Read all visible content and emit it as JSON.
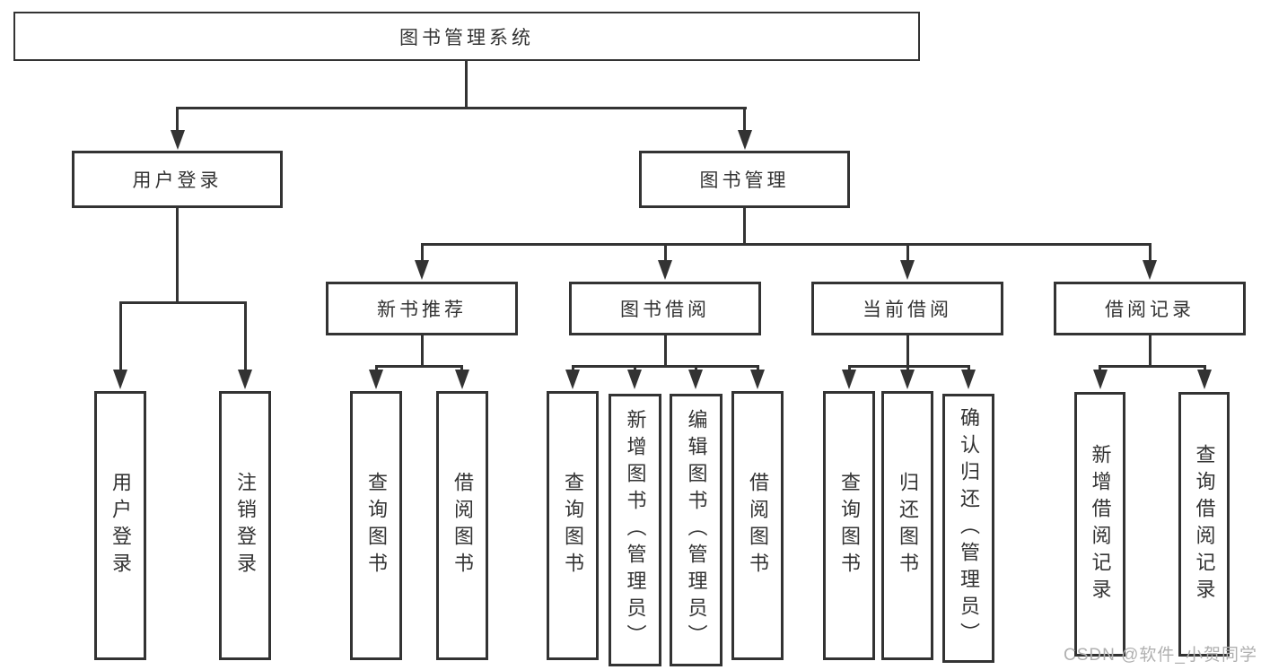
{
  "diagram": {
    "type": "hierarchy-tree",
    "watermark": "CSDN @软件_小贺同学",
    "colors": {
      "line": "#333333",
      "box_border": "#333333",
      "text": "#333333",
      "watermark": "#b0b0b0",
      "background": "#ffffff"
    }
  },
  "tree": {
    "root": {
      "label": "图书管理系统"
    },
    "branches": [
      {
        "label": "用户登录",
        "children": [
          {
            "label": "用户登录"
          },
          {
            "label": "注销登录"
          }
        ]
      },
      {
        "label": "图书管理",
        "children": [
          {
            "label": "新书推荐",
            "children": [
              {
                "label": "查询图书"
              },
              {
                "label": "借阅图书"
              }
            ]
          },
          {
            "label": "图书借阅",
            "children": [
              {
                "label": "查询图书"
              },
              {
                "label": "新增图书（管理员）"
              },
              {
                "label": "编辑图书（管理员）"
              },
              {
                "label": "借阅图书"
              }
            ]
          },
          {
            "label": "当前借阅",
            "children": [
              {
                "label": "查询图书"
              },
              {
                "label": "归还图书"
              },
              {
                "label": "确认归还（管理员）"
              }
            ]
          },
          {
            "label": "借阅记录",
            "children": [
              {
                "label": "新增借阅记录"
              },
              {
                "label": "查询借阅记录"
              }
            ]
          }
        ]
      }
    ]
  }
}
